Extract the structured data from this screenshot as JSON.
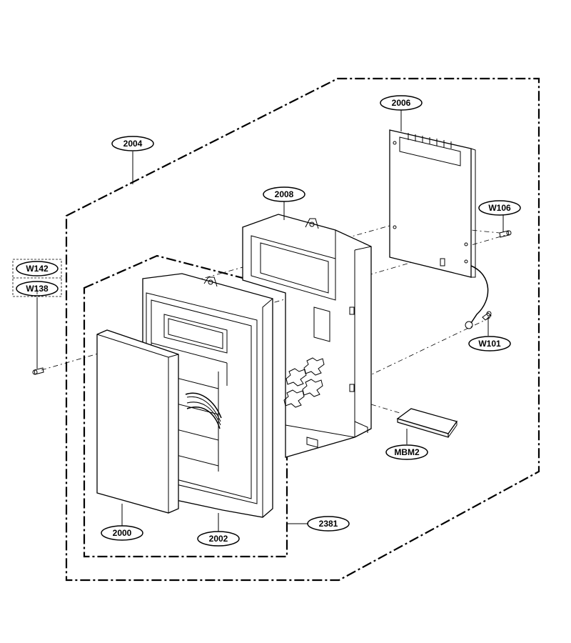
{
  "labels": {
    "l2004": "2004",
    "l2006": "2006",
    "l2008": "2008",
    "lW106": "W106",
    "lW142": "W142",
    "lW138": "W138",
    "lW101": "W101",
    "lMBM2": "MBM2",
    "l2000": "2000",
    "l2002": "2002",
    "l2381": "2381"
  }
}
